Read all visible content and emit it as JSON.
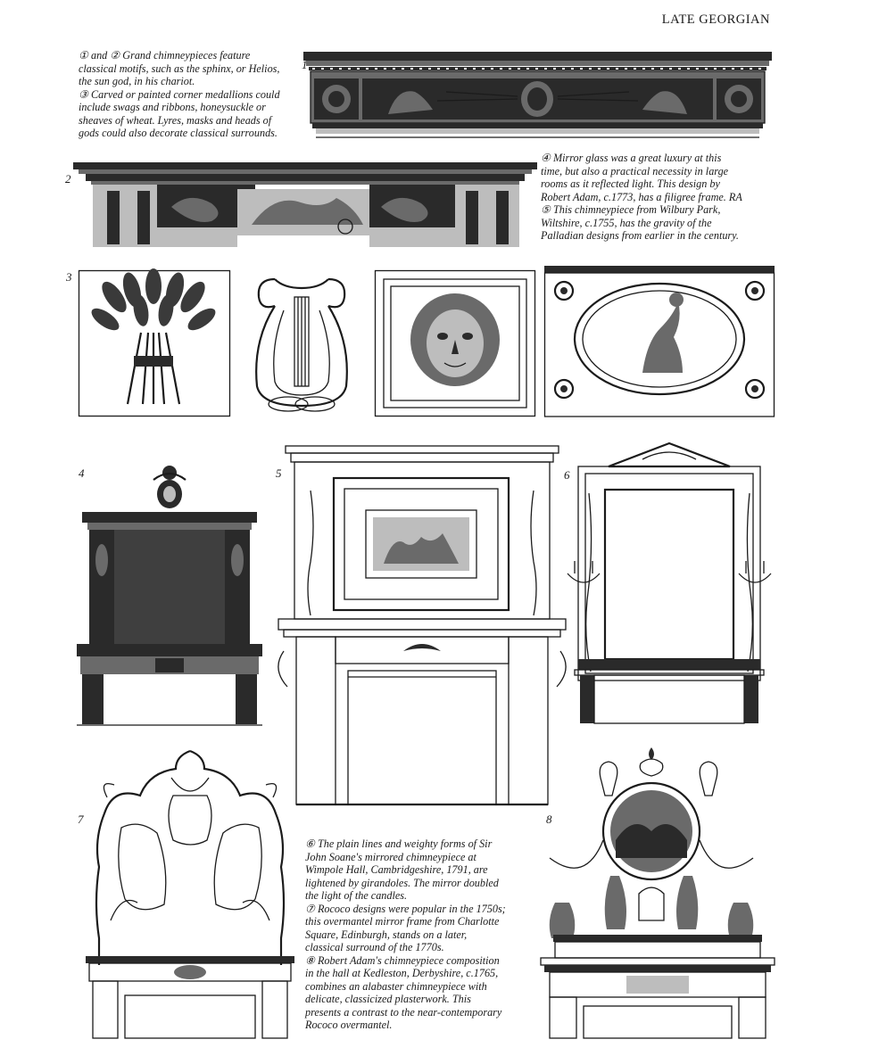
{
  "header": {
    "title": "LATE GEORGIAN"
  },
  "captions": {
    "top_left": [
      "① and ② Grand chimneypieces feature",
      "classical motifs, such as the sphinx, or Helios,",
      "the sun god, in his chariot.",
      "③ Carved or painted corner medallions could",
      "include swags and ribbons, honeysuckle or",
      "sheaves of wheat. Lyres, masks and heads of",
      "gods could also decorate classical surrounds."
    ],
    "middle_right": [
      "④ Mirror glass was a great luxury at this",
      "time, but also a practical necessity in large",
      "rooms as it reflected light. This design by",
      "Robert Adam, c.1773, has a filigree frame. RA",
      "⑤ This chimneypiece from Wilbury Park,",
      "Wiltshire, c.1755, has the gravity of the",
      "Palladian designs from earlier in the century."
    ],
    "bottom_center": [
      "⑥ The plain lines and weighty forms of Sir",
      "John Soane's mirrored chimneypiece at",
      "Wimpole Hall, Cambridgeshire, 1791, are",
      "lightened by girandoles. The mirror doubled",
      "the light of the candles.",
      "⑦ Rococo designs were popular in the 1750s;",
      "this overmantel mirror frame from Charlotte",
      "Square, Edinburgh, stands on a later,",
      "classical surround of the 1770s.",
      "⑧ Robert Adam's chimneypiece composition",
      "in the hall at Kedleston, Derbyshire, c.1765,",
      "combines an alabaster chimneypiece with",
      "delicate, classicized plasterwork. This",
      "presents a contrast to the near-contemporary",
      "Rococo overmantel."
    ]
  },
  "figure_numbers": {
    "fig1": "1",
    "fig2": "2",
    "fig3": "3",
    "fig4": "4",
    "fig5": "5",
    "fig6": "6",
    "fig7": "7",
    "fig8": "8"
  }
}
